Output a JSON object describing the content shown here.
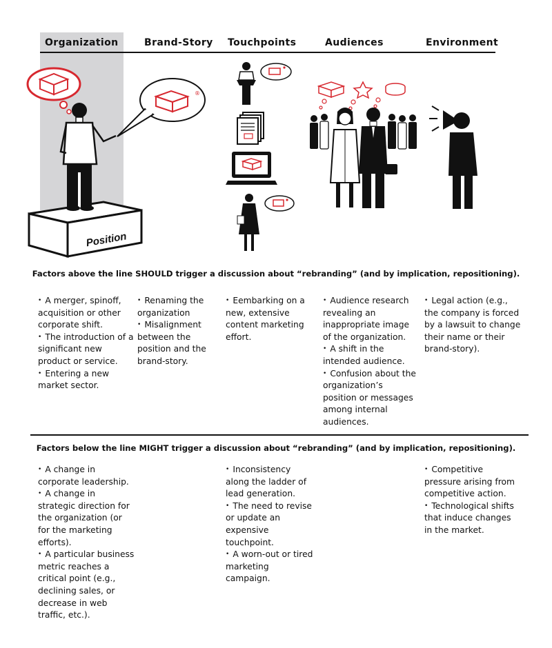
{
  "headers": {
    "organization": "Organization",
    "brand_story": "Brand-Story",
    "touchpoints": "Touchpoints",
    "audiences": "Audiences",
    "environment": "Environment"
  },
  "art": {
    "pedestal_label": "Position",
    "registered_mark": "®",
    "accent_color": "#d7282f"
  },
  "above": {
    "statement": "Factors above the line SHOULD trigger a discussion about “rebranding” (and by implication, repositioning).",
    "organization": [
      "A merger, spinoff, acquisition or other corporate shift.",
      "The introduction of a significant new product or service.",
      "Entering a new market sector."
    ],
    "brand_story": [
      "Renaming the organization",
      "Misalignment between the position and the brand-story."
    ],
    "touchpoints": [
      "Eembarking on a new, extensive content marketing effort."
    ],
    "audiences": [
      "Audience research revealing an inappropriate image of the organization.",
      "A shift in the intended audience.",
      "Confusion about the organization’s position or messages among internal audiences."
    ],
    "environment": [
      "Legal action (e.g., the company is forced by a lawsuit to change their name or their brand-story)."
    ]
  },
  "below": {
    "statement": "Factors below the line MIGHT trigger a discussion about “rebranding” (and by implication, repositioning).",
    "organization": [
      "A change in corporate leadership.",
      "A change in strategic direction for the organization (or for the marketing efforts).",
      "A particular business metric reaches a critical point (e.g., declining sales, or decrease in web traffic, etc.)."
    ],
    "touchpoints": [
      "Inconsistency along the ladder of lead generation.",
      "The need to revise or update an expensive touchpoint.",
      "A worn-out or tired marketing campaign."
    ],
    "environment": [
      "Competitive pressure arising from competitive action.",
      "Technological shifts that induce changes in the market."
    ]
  }
}
